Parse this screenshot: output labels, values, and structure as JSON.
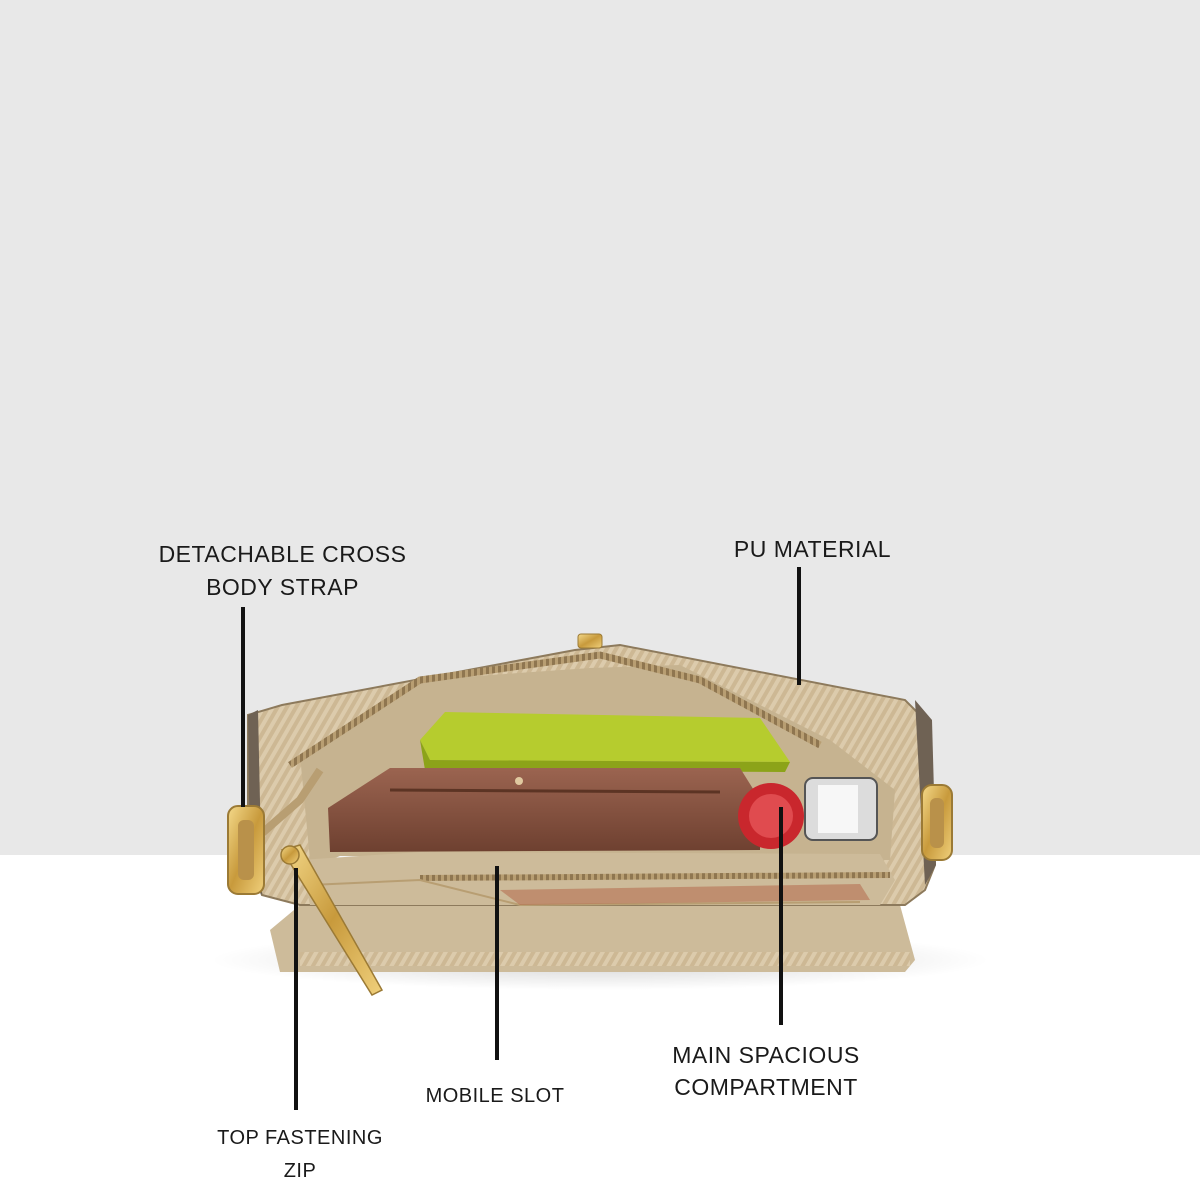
{
  "image": {
    "subject": "product-photo",
    "colors": {
      "wall": "#e8e8e8",
      "floor": "#ffffff",
      "bag_body": "#d9c8a8",
      "bag_lining": "#cdbb9a",
      "zip_hardware": "#d9b25a",
      "wallet": "#8a5640",
      "notebook": "#b6cc2e",
      "lipstick_cap": "#c9272d",
      "phone": "#e9eef3",
      "leader_line": "#111111",
      "label_text": "#1a1a1a"
    }
  },
  "callouts": {
    "strap": {
      "lines": [
        "DETACHABLE CROSS",
        "BODY STRAP"
      ]
    },
    "material": {
      "lines": [
        "PU MATERIAL"
      ]
    },
    "compartment": {
      "lines": [
        "MAIN SPACIOUS",
        "COMPARTMENT"
      ]
    },
    "mobile_slot": {
      "lines": [
        "MOBILE SLOT"
      ]
    },
    "zip": {
      "lines": [
        "TOP FASTENING",
        "ZIP"
      ]
    }
  }
}
